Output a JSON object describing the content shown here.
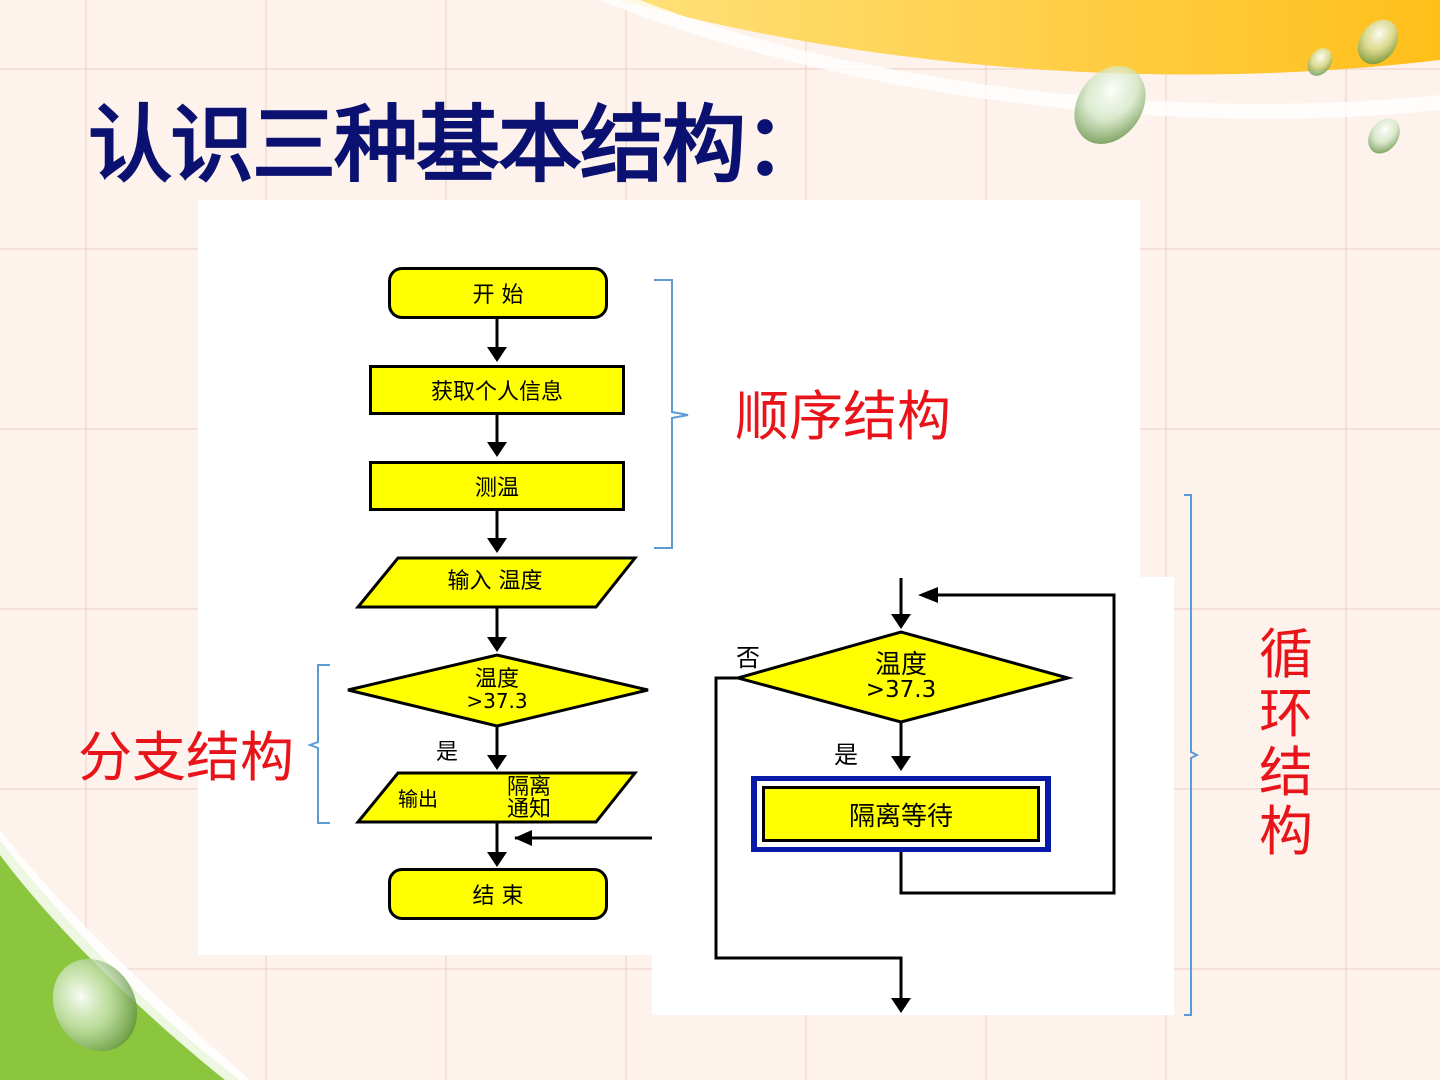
{
  "slide": {
    "title": "认识三种基本结构："
  },
  "flowchart": {
    "start": "开 始",
    "get_info": "获取个人信息",
    "measure": "测温",
    "input": "输入 温度",
    "condition_line1": "温度",
    "condition_line2": ">37.3",
    "yes": "是",
    "output_label": "输出",
    "output_text_line1": "隔离",
    "output_text_line2": "通知",
    "end": "结 束"
  },
  "loop": {
    "no": "否",
    "condition_line1": "温度",
    "condition_line2": ">37.3",
    "yes": "是",
    "action": "隔离等待"
  },
  "labels": {
    "sequence": "顺序结构",
    "branch": "分支结构",
    "loop_chars": [
      "循",
      "环",
      "结",
      "构"
    ]
  },
  "colors": {
    "title": "#0b1170",
    "annotation": "#e8141a",
    "node_fill": "#ffff00",
    "bracket": "#5b9bd5"
  }
}
